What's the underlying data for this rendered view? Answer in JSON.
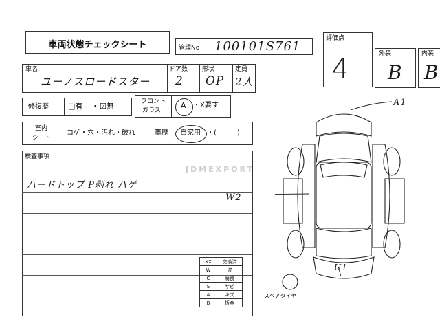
{
  "sheet_title": "車両状態チェックシート",
  "management_no": {
    "label": "管理No",
    "value": "100101S761"
  },
  "grades": {
    "overall_label": "評価点",
    "overall_value": "4",
    "exterior_label": "外装",
    "exterior_value": "B",
    "interior_label": "内装",
    "interior_value": "B"
  },
  "vehicle": {
    "name_label": "車名",
    "name_value": "ユーノスロードスター",
    "doors_label": "ドア数",
    "doors_value": "2",
    "body_label": "形状",
    "body_value": "OP",
    "capacity_label": "定員",
    "capacity_value": "2人"
  },
  "repair": {
    "label": "修復歴",
    "yes": "□有",
    "dot": "・",
    "no": "☑無"
  },
  "front_glass": {
    "label_line1": "フロント",
    "label_line2": "ガラス",
    "value": "A",
    "x_option": "・X要す"
  },
  "interior": {
    "label_line1": "室内",
    "label_line2": "シート",
    "options": "コゲ・穴・汚れ・破れ",
    "history_label": "車歴",
    "history_value": "自家用",
    "history_other": "・(　　　)"
  },
  "inspection": {
    "label": "検査事項",
    "notes": "ハードトップ P剥れ ハゲ"
  },
  "watermark": "JDMEXPORT",
  "diagram": {
    "annotation_a1": "A1",
    "annotation_w2": "W2",
    "annotation_u1": "U1",
    "spare_tire_label": "スペアタイヤ"
  },
  "code_table": {
    "header": [
      "XX",
      "交換済"
    ],
    "rows": [
      [
        "W",
        "波"
      ],
      [
        "C",
        "腐食"
      ],
      [
        "S",
        "サビ"
      ],
      [
        "A",
        "キズ"
      ],
      [
        "B",
        "板金"
      ]
    ]
  }
}
